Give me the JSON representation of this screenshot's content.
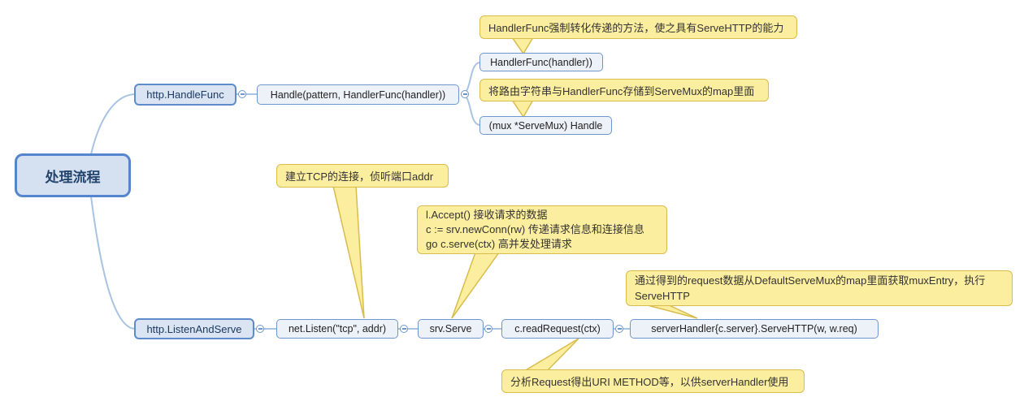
{
  "root": {
    "label": "处理流程"
  },
  "handle_branch": {
    "node": "http.HandleFunc",
    "handle_node": "Handle(pattern, HandlerFunc(handler))",
    "handlerfunc_node": "HandlerFunc(handler))",
    "mux_handle_node": "(mux *ServeMux) Handle",
    "handlerfunc_note": "HandlerFunc强制转化传递的方法，使之具有ServeHTTP的能力",
    "mux_note": "将路由字符串与HandlerFunc存储到ServeMux的map里面"
  },
  "listen_branch": {
    "node": "http.ListenAndServe",
    "net_listen_node": "net.Listen(\"tcp\", addr)",
    "srv_serve_node": "srv.Serve",
    "read_request_node": "c.readRequest(ctx)",
    "server_handler_node": "serverHandler{c.server}.ServeHTTP(w, w.req)",
    "tcp_note": "建立TCP的连接，侦听端口addr",
    "serve_note_lines": [
      "l.Accept() 接收请求的数据",
      "c := srv.newConn(rw) 传递请求信息和连接信息",
      "go c.serve(ctx) 高并发处理请求"
    ],
    "muxentry_note": "通过得到的request数据从DefaultServeMux的map里面获取muxEntry，执行ServeHTTP",
    "analyze_note": "分析Request得出URI METHOD等，以供serverHandler使用"
  },
  "colors": {
    "root_fill": "#d5e1f1",
    "root_border": "#5585cf",
    "node_fill": "#dae4f2",
    "node_border": "#5e8bc9",
    "sub_fill": "#edf2f9",
    "sub_border": "#6f96cc",
    "callout_fill": "#fcee9f",
    "callout_border": "#d8bc4e",
    "edge": "#a9c4e2"
  }
}
